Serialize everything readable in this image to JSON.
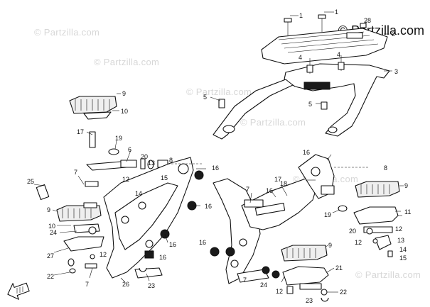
{
  "brand": "© Partzilla.com",
  "watermarks": [
    "© Partzilla.com",
    "© Partzilla.com",
    "© Partzilla.com",
    "© Partzilla.com",
    "© Partzilla.com",
    "© Partzilla.com"
  ],
  "callouts": {
    "c1a": "1",
    "c1b": "1",
    "c28a": "28",
    "c2": "2",
    "c3": "3",
    "c4a": "4",
    "c4b": "4",
    "c5a": "5",
    "c5b": "5",
    "c9a": "9",
    "c10a": "10",
    "c17a": "17",
    "c19a": "19",
    "c6": "6",
    "c20a": "20",
    "c8a": "8",
    "c13a": "13",
    "c12a": "12",
    "c14a": "14",
    "c15a": "15",
    "c16a": "16",
    "c16b": "16",
    "c16c": "16",
    "c16d": "16",
    "c16e": "16",
    "c16f": "16",
    "c16g": "16",
    "c25": "25",
    "c7a": "7",
    "c7b": "7",
    "c7c": "7",
    "c7d": "7",
    "c9b": "9",
    "c10b": "10",
    "c24a": "24",
    "c27": "27",
    "c22a": "22",
    "c12b": "12",
    "c26": "26",
    "c23a": "23",
    "c17b": "17",
    "c18": "18",
    "c8b": "8",
    "c9c": "9",
    "c11": "11",
    "c19b": "19",
    "c20b": "20",
    "c12c": "12",
    "c13b": "13",
    "c14b": "14",
    "c15b": "15",
    "c9d": "9",
    "c21": "21",
    "c24b": "24",
    "c22b": "22",
    "c23b": "23",
    "c12d": "12",
    "c12e": "12"
  }
}
